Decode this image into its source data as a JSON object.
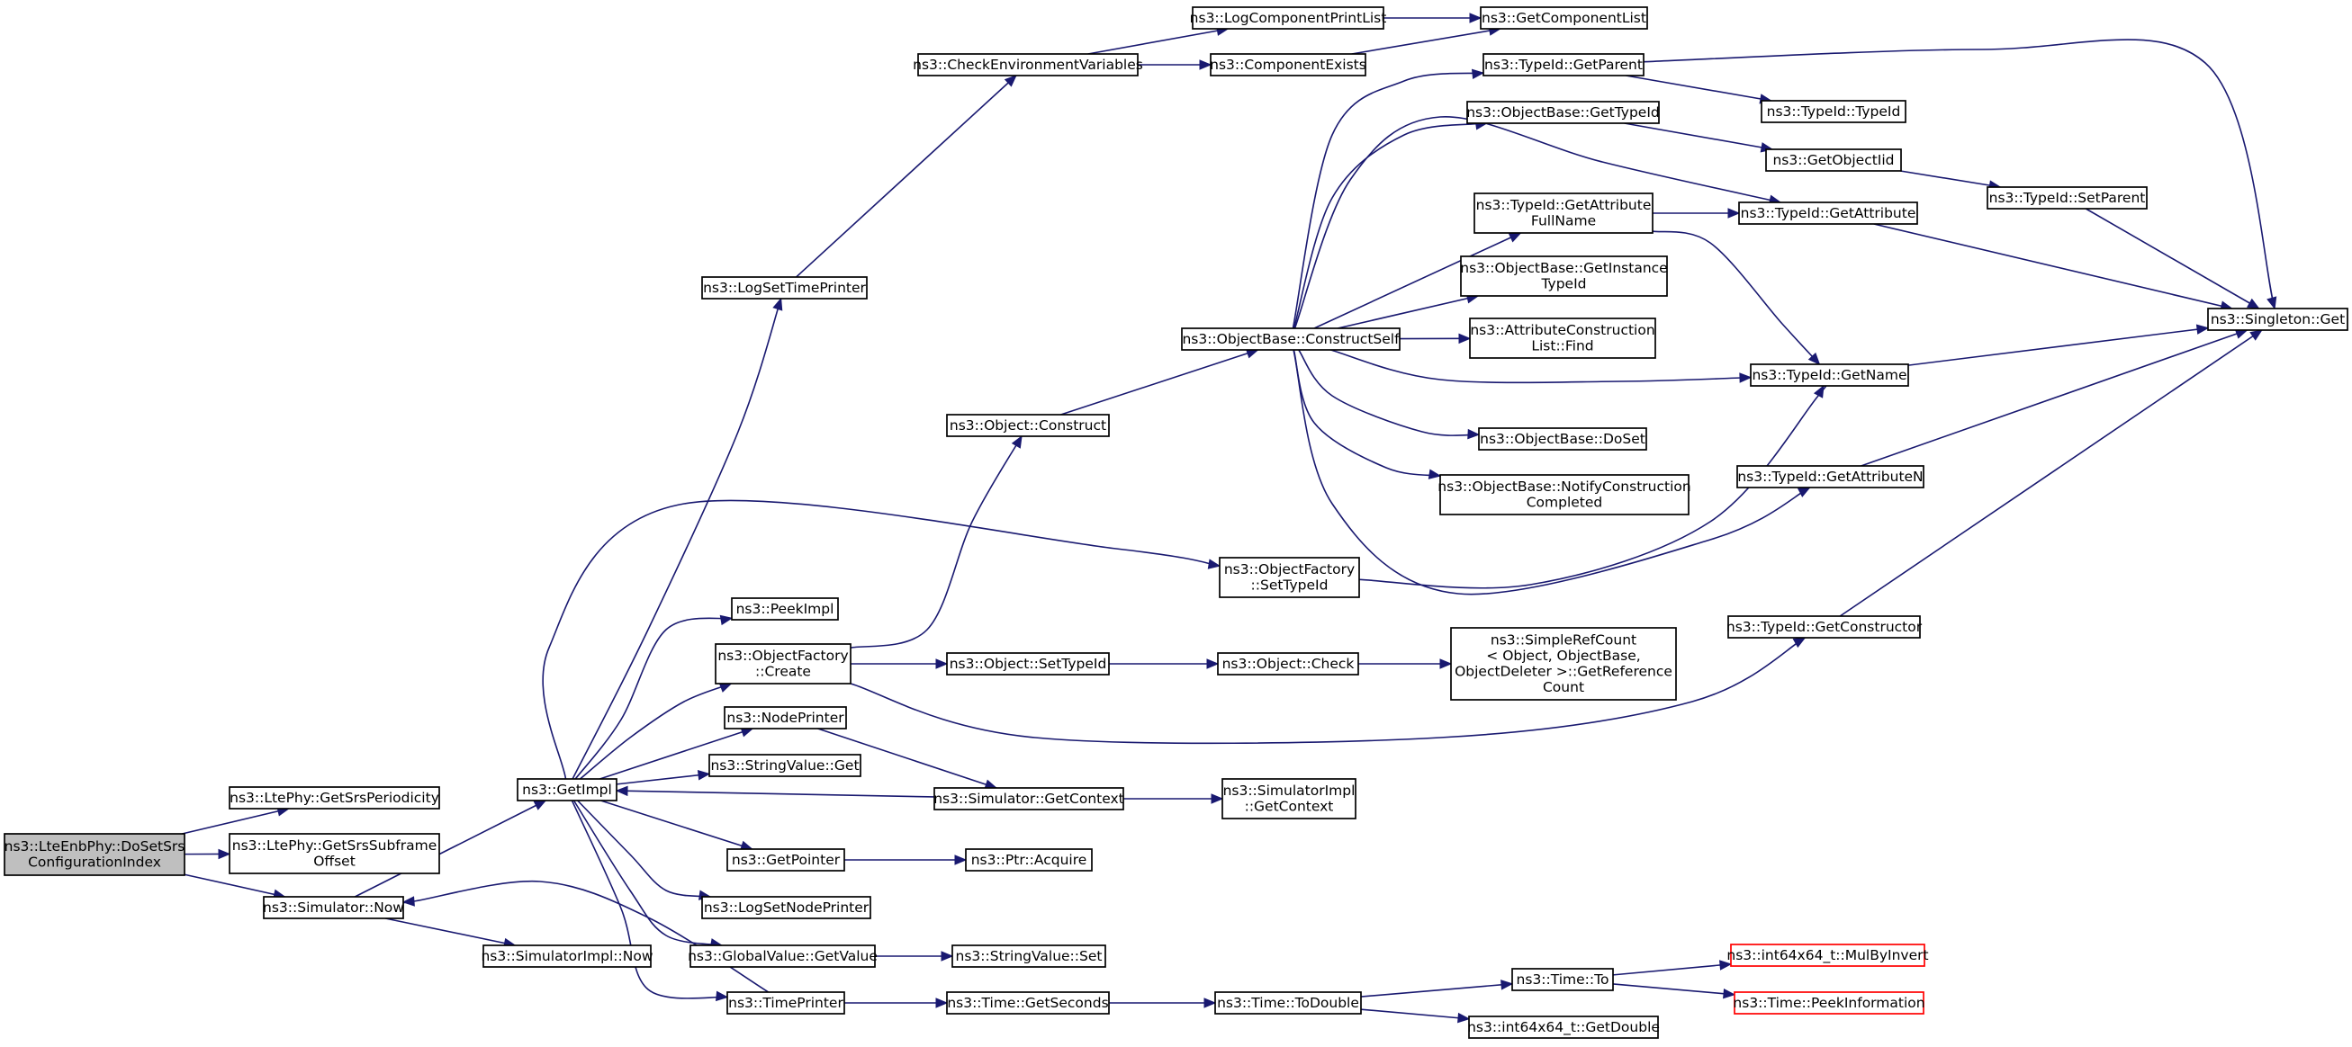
{
  "graph": {
    "edge_color": "#191970",
    "root_fill": "#bfbfbf",
    "nodes": [
      {
        "id": "root",
        "lines": [
          "ns3::LteEnbPhy::DoSetSrs",
          "ConfigurationIndex"
        ]
      },
      {
        "id": "getsrsper",
        "lines": [
          "ns3::LtePhy::GetSrsPeriodicity"
        ]
      },
      {
        "id": "getsrssub",
        "lines": [
          "ns3::LtePhy::GetSrsSubframe",
          "Offset"
        ]
      },
      {
        "id": "simnow",
        "lines": [
          "ns3::Simulator::Now"
        ]
      },
      {
        "id": "getimpl",
        "lines": [
          "ns3::GetImpl"
        ]
      },
      {
        "id": "simimplnow",
        "lines": [
          "ns3::SimulatorImpl::Now"
        ]
      },
      {
        "id": "logsettime",
        "lines": [
          "ns3::LogSetTimePrinter"
        ]
      },
      {
        "id": "peekimpl",
        "lines": [
          "ns3::PeekImpl"
        ]
      },
      {
        "id": "objfactcreate",
        "lines": [
          "ns3::ObjectFactory",
          "::Create"
        ]
      },
      {
        "id": "nodeprinter",
        "lines": [
          "ns3::NodePrinter"
        ]
      },
      {
        "id": "strvalget",
        "lines": [
          "ns3::StringValue::Get"
        ]
      },
      {
        "id": "getpointer",
        "lines": [
          "ns3::GetPointer"
        ]
      },
      {
        "id": "logsetnode",
        "lines": [
          "ns3::LogSetNodePrinter"
        ]
      },
      {
        "id": "globalvalget",
        "lines": [
          "ns3::GlobalValue::GetValue"
        ]
      },
      {
        "id": "timeprinter",
        "lines": [
          "ns3::TimePrinter"
        ]
      },
      {
        "id": "checkenv",
        "lines": [
          "ns3::CheckEnvironmentVariables"
        ]
      },
      {
        "id": "logcompprint",
        "lines": [
          "ns3::LogComponentPrintList"
        ]
      },
      {
        "id": "compexists",
        "lines": [
          "ns3::ComponentExists"
        ]
      },
      {
        "id": "getcomplist",
        "lines": [
          "ns3::GetComponentList"
        ]
      },
      {
        "id": "objconstruct",
        "lines": [
          "ns3::Object::Construct"
        ]
      },
      {
        "id": "objfactsettypeid",
        "lines": [
          "ns3::ObjectFactory",
          "::SetTypeId"
        ]
      },
      {
        "id": "objsettypeid",
        "lines": [
          "ns3::Object::SetTypeId"
        ]
      },
      {
        "id": "simgetcontext",
        "lines": [
          "ns3::Simulator::GetContext"
        ]
      },
      {
        "id": "ptracquire",
        "lines": [
          "ns3::Ptr::Acquire"
        ]
      },
      {
        "id": "strvalset",
        "lines": [
          "ns3::StringValue::Set"
        ]
      },
      {
        "id": "timegetsec",
        "lines": [
          "ns3::Time::GetSeconds"
        ]
      },
      {
        "id": "objbaseconstruct",
        "lines": [
          "ns3::ObjectBase::ConstructSelf"
        ]
      },
      {
        "id": "objcheck",
        "lines": [
          "ns3::Object::Check"
        ]
      },
      {
        "id": "simimplgetctx",
        "lines": [
          "ns3::SimulatorImpl",
          "::GetContext"
        ]
      },
      {
        "id": "timetodouble",
        "lines": [
          "ns3::Time::ToDouble"
        ]
      },
      {
        "id": "typeidgetparent",
        "lines": [
          "ns3::TypeId::GetParent"
        ]
      },
      {
        "id": "objbasegettypeid",
        "lines": [
          "ns3::ObjectBase::GetTypeId"
        ]
      },
      {
        "id": "typeidgetattrfull",
        "lines": [
          "ns3::TypeId::GetAttribute",
          "FullName"
        ]
      },
      {
        "id": "objbasegetinst",
        "lines": [
          "ns3::ObjectBase::GetInstance",
          "TypeId"
        ]
      },
      {
        "id": "attrconstrfind",
        "lines": [
          "ns3::AttributeConstruction",
          "List::Find"
        ]
      },
      {
        "id": "objbasedoset",
        "lines": [
          "ns3::ObjectBase::DoSet"
        ]
      },
      {
        "id": "objbasenotify",
        "lines": [
          "ns3::ObjectBase::NotifyConstruction",
          "Completed"
        ]
      },
      {
        "id": "simplerefcount",
        "lines": [
          "ns3::SimpleRefCount",
          "< Object, ObjectBase,",
          " ObjectDeleter >::GetReference",
          "Count"
        ]
      },
      {
        "id": "timeto",
        "lines": [
          "ns3::Time::To"
        ]
      },
      {
        "id": "int64getdouble",
        "lines": [
          "ns3::int64x64_t::GetDouble"
        ]
      },
      {
        "id": "typeidtypeid",
        "lines": [
          "ns3::TypeId::TypeId"
        ]
      },
      {
        "id": "getobjectiid",
        "lines": [
          "ns3::GetObjectIid"
        ]
      },
      {
        "id": "typeidgetattr",
        "lines": [
          "ns3::TypeId::GetAttribute"
        ]
      },
      {
        "id": "typeidgetname",
        "lines": [
          "ns3::TypeId::GetName"
        ]
      },
      {
        "id": "typeidgetattrn",
        "lines": [
          "ns3::TypeId::GetAttributeN"
        ]
      },
      {
        "id": "typeidgetconstr",
        "lines": [
          "ns3::TypeId::GetConstructor"
        ]
      },
      {
        "id": "int64mulbyinvert",
        "lines": [
          "ns3::int64x64_t::MulByInvert"
        ]
      },
      {
        "id": "timepeekinfo",
        "lines": [
          "ns3::Time::PeekInformation"
        ]
      },
      {
        "id": "typeidsetparent",
        "lines": [
          "ns3::TypeId::SetParent"
        ]
      },
      {
        "id": "singletonget",
        "lines": [
          "ns3::Singleton::Get"
        ]
      }
    ],
    "edges": [
      [
        "root",
        "getsrsper"
      ],
      [
        "root",
        "getsrssub"
      ],
      [
        "root",
        "simnow"
      ],
      [
        "simnow",
        "getimpl"
      ],
      [
        "simnow",
        "simimplnow"
      ],
      [
        "getimpl",
        "logsettime"
      ],
      [
        "getimpl",
        "peekimpl"
      ],
      [
        "getimpl",
        "objfactcreate"
      ],
      [
        "getimpl",
        "nodeprinter"
      ],
      [
        "getimpl",
        "strvalget"
      ],
      [
        "getimpl",
        "getpointer"
      ],
      [
        "getimpl",
        "logsetnode"
      ],
      [
        "getimpl",
        "globalvalget"
      ],
      [
        "getimpl",
        "timeprinter"
      ],
      [
        "getimpl",
        "objfactsettypeid"
      ],
      [
        "logsettime",
        "checkenv"
      ],
      [
        "checkenv",
        "logcompprint"
      ],
      [
        "checkenv",
        "compexists"
      ],
      [
        "logcompprint",
        "getcomplist"
      ],
      [
        "compexists",
        "getcomplist"
      ],
      [
        "objfactcreate",
        "objconstruct"
      ],
      [
        "objfactcreate",
        "objsettypeid"
      ],
      [
        "objfactcreate",
        "typeidgetconstr"
      ],
      [
        "objconstruct",
        "objbaseconstruct"
      ],
      [
        "objbaseconstruct",
        "typeidgetparent"
      ],
      [
        "objbaseconstruct",
        "objbasegettypeid"
      ],
      [
        "objbaseconstruct",
        "typeidgetattr"
      ],
      [
        "objbaseconstruct",
        "typeidgetattrfull"
      ],
      [
        "objbaseconstruct",
        "objbasegetinst"
      ],
      [
        "objbaseconstruct",
        "attrconstrfind"
      ],
      [
        "objbaseconstruct",
        "typeidgetname"
      ],
      [
        "objbaseconstruct",
        "objbasedoset"
      ],
      [
        "objbaseconstruct",
        "objbasenotify"
      ],
      [
        "objbaseconstruct",
        "typeidgetattrn"
      ],
      [
        "typeidgetparent",
        "typeidtypeid"
      ],
      [
        "typeidgetparent",
        "singletonget"
      ],
      [
        "objbasegettypeid",
        "getobjectiid"
      ],
      [
        "getobjectiid",
        "typeidsetparent"
      ],
      [
        "typeidsetparent",
        "singletonget"
      ],
      [
        "typeidgetattrfull",
        "typeidgetattr"
      ],
      [
        "typeidgetattrfull",
        "typeidgetname"
      ],
      [
        "typeidgetattr",
        "singletonget"
      ],
      [
        "typeidgetname",
        "singletonget"
      ],
      [
        "typeidgetattrn",
        "singletonget"
      ],
      [
        "typeidgetconstr",
        "singletonget"
      ],
      [
        "objfactsettypeid",
        "typeidgetname"
      ],
      [
        "objsettypeid",
        "objcheck"
      ],
      [
        "objcheck",
        "simplerefcount"
      ],
      [
        "nodeprinter",
        "simgetcontext"
      ],
      [
        "simgetcontext",
        "getimpl"
      ],
      [
        "simgetcontext",
        "simimplgetctx"
      ],
      [
        "getpointer",
        "ptracquire"
      ],
      [
        "globalvalget",
        "strvalset"
      ],
      [
        "timeprinter",
        "simnow"
      ],
      [
        "timeprinter",
        "timegetsec"
      ],
      [
        "timegetsec",
        "timetodouble"
      ],
      [
        "timetodouble",
        "timeto"
      ],
      [
        "timetodouble",
        "int64getdouble"
      ],
      [
        "timeto",
        "int64mulbyinvert"
      ],
      [
        "timeto",
        "timepeekinfo"
      ]
    ]
  }
}
